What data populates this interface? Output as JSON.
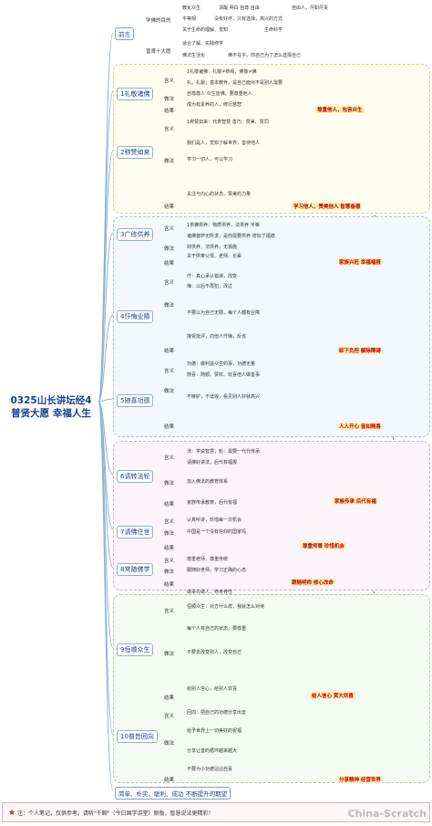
{
  "root": {
    "line1": "0325山长讲坛经4",
    "line2": "普贤大愿 幸福人生"
  },
  "intro": {
    "label": "前言",
    "groups": [
      {
        "label": "学佛的目的",
        "items": [
          "教化众生",
          "清醒 明白 自尊 自由",
          "自由人，尽职尽责",
          "平等观",
          "没有好坏，只有选择，高兴的方式",
          "关于生命的理解、觉知",
          "生命科学"
        ]
      },
      {
        "label": "普贤十大愿",
        "items": [
          "适合了解、实践修学",
          "佛法生活化",
          "佛不在乎，你自己为了怎么选择自己"
        ]
      }
    ]
  },
  "vows": [
    {
      "label": "1礼敬诸佛",
      "highlight": "尊重他人，包容众生"
    },
    {
      "label": "2称赞如来",
      "highlight": "学习他人，赞美他人  智慧善德"
    },
    {
      "label": "3广修供养",
      "highlight": "家族兴旺  幸福福报"
    },
    {
      "label": "4忏悔业障",
      "highlight": "卸下负担  解除障碍"
    },
    {
      "label": "5随喜功德",
      "highlight": "人人开心  皆如随喜"
    },
    {
      "label": "6请转法轮",
      "highlight": "家族传承  后代有福"
    },
    {
      "label": "7请佛住世",
      "highlight": "尊重师尊  珍惜机会"
    },
    {
      "label": "8常随佛学",
      "highlight": "跟随明师  修心改命"
    },
    {
      "label": "9恒顺众生",
      "highlight": "给人信心  赏大欢喜"
    },
    {
      "label": "10普皆回向",
      "highlight": "分享精神  经营世界"
    }
  ],
  "labels": {
    "meaning": "含义",
    "practice": "做法",
    "result": "结果"
  },
  "leaves": [
    "1礼敬诸佛：礼敬≠恭拜，佛像≠佛",
    "礼，礼貌；基本教养，是自己面对不是别人需要",
    "自尊尊人  众生皆佛，要尊重他人",
    "成为有素养的人，修行慈悲",
    "1称赞如来：代表智慧  善巧、赞美、赞同",
    "我们是人，觉知了解世界，善待他人",
    "学习一切人，可以学习",
    "关注与内心的状态，赞美的力量",
    "1供佛供养：物质供养，法供养  平等",
    "诸佛菩萨无所求，是你需要供养  增加了福德",
    "财供养，法供养，无畏施",
    "关于供奉父母、老师、长辈",
    "仟：真心承认错误，改变",
    "悔：以后不再犯，改过",
    "不要以为自己无罪，每个人都有业障",
    "接受批评，向他人忏悔，反省",
    "功德：做利益众生的事，功德无量",
    "随喜：随顺、赞叹、欢喜他人做善事",
    "不嫉妒，不诋毁，看见别人好就高兴",
    "法：学说智慧；轮：需要一代代传承",
    "请佛好讲法，后代有福报",
    "加入佛法的教育体系",
    "家族传承教育，后代有福",
    "认真听讲，珍惜每一次机会",
    "中国是一个没有信仰的国家吗",
    "尊重老师，尊重传统",
    "跟随好老师，学习正确的心态",
    "做事先做人，修身养性",
    "恒顺众生：对方什么样，我就怎么对待",
    "每个人有自己的状态，要尊重",
    "不要去改变别人，改变自己",
    "给别人信心，给别人欢喜",
    "回向：把自己的功德分享出去",
    "给予世界上一切美好的祝福",
    "分享让善的循环越来越大",
    "不要为小功德沾沾自喜"
  ],
  "bottom": {
    "text": "简单、朴实、聪利、成功  不断提升的期望"
  },
  "footer": {
    "note": "注：个人笔记，仅供参考。请听\"千聊\"（今日国学讲堂）原版，智慧说法更精彩！",
    "watermark": "China-Scratch"
  }
}
